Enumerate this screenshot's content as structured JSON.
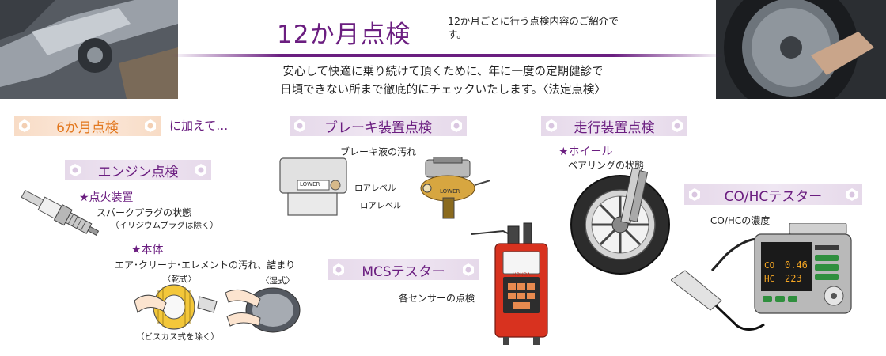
{
  "header": {
    "title": "12か月点検",
    "subtitle": "12か月ごとに行う点検内容のご紹介です。",
    "description_lines": [
      "安心して快適に乗り続けて頂くために、年に一度の定期健診で",
      "日頃できない所まで徹底的にチェックいたします。〈法定点検〉"
    ]
  },
  "six_month": {
    "label": "6か月点検",
    "suffix": "に加えて…"
  },
  "engine": {
    "label": "エンジン点検",
    "spark": {
      "title": "★点火装置",
      "detail": "スパークプラグの状態",
      "note": "（イリジウムプラグは除く）"
    },
    "body": {
      "title": "★本体",
      "detail": "エア･クリーナ･エレメントの汚れ、詰まり",
      "dry": "〈乾式〉",
      "wet": "〈湿式〉",
      "note": "（ビスカス式を除く）"
    }
  },
  "brake": {
    "label": "ブレーキ装置点検",
    "fluid": "ブレーキ液の汚れ",
    "lower_level_1": "ロアレベル",
    "lower_level_2": "ロアレベル",
    "lower_tag": "LOWER"
  },
  "mcs": {
    "label": "MCSテスター",
    "detail": "各センサーの点検",
    "brand": "HONDA"
  },
  "running": {
    "label": "走行装置点検",
    "wheel_title": "★ホイール",
    "wheel_detail": "ベアリングの状態"
  },
  "cohc": {
    "label": "CO/HCテスター",
    "detail": "CO/HCの濃度",
    "co_label": "CO",
    "co_value": "0.46",
    "hc_label": "HC",
    "hc_value": "223"
  },
  "colors": {
    "accent_purple": "#6b1e80",
    "accent_orange": "#e2771e",
    "label_lavender": "#e6d9ea",
    "label_peach": "#f8dcc6",
    "mcs_red": "#d8321f"
  }
}
